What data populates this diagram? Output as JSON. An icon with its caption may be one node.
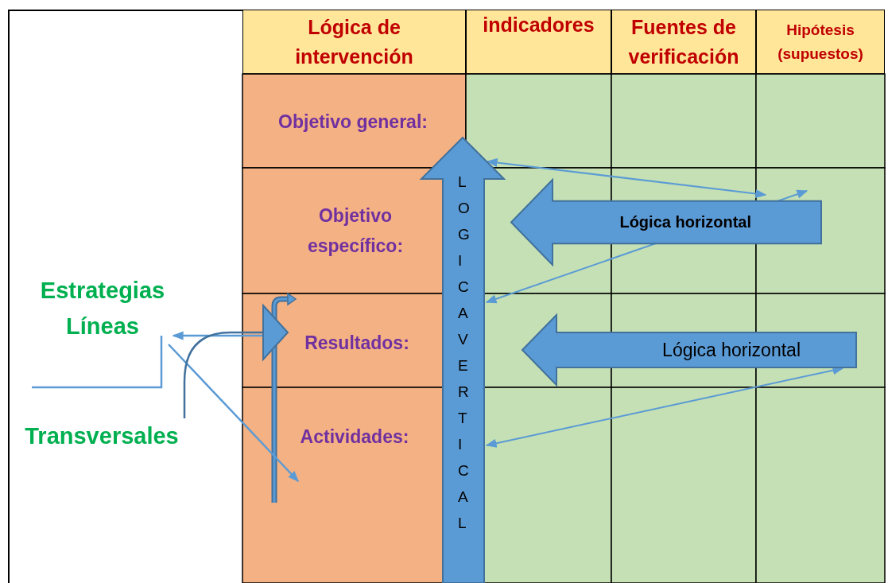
{
  "diagram": {
    "nodes": [
      {
        "text": [
          "Lógica de intervención"
        ]
      },
      {
        "text": [
          "indicadores"
        ]
      },
      {
        "text": [
          "Fuentes de verificación"
        ]
      },
      {
        "text": [
          "Hipótesis (supuestos)"
        ]
      },
      {
        "text": [
          "Objetivo general:"
        ]
      },
      {
        "text": [
          "Objetivo específico:"
        ]
      },
      {
        "text": [
          "Resultados:"
        ]
      },
      {
        "text": [
          "Actividades:"
        ]
      },
      {
        "text": [
          "LOGICA VERTICAL"
        ]
      },
      {
        "text": [
          "Lógica horizontal"
        ]
      },
      {
        "text": [
          "Lógica horizontal"
        ]
      },
      {
        "text": [
          "Estrategias",
          "Líneas"
        ]
      },
      {
        "text": [
          "Transversales"
        ]
      },
      {
        "text": [],
        "shape": "triangle"
      }
    ],
    "edges": [
      {
        "from": 13,
        "to": 11,
        "arrow": "to"
      },
      {
        "from": 11,
        "to": null,
        "arrow": "to"
      },
      {
        "from": 12,
        "to": 13,
        "arrow": "none",
        "color": "#41719c"
      },
      {
        "from": 8,
        "to": 9,
        "arrow": "both"
      },
      {
        "from": 9,
        "to": 8,
        "arrow": "both"
      },
      {
        "from": 10,
        "to": 8,
        "arrow": "both"
      }
    ]
  }
}
